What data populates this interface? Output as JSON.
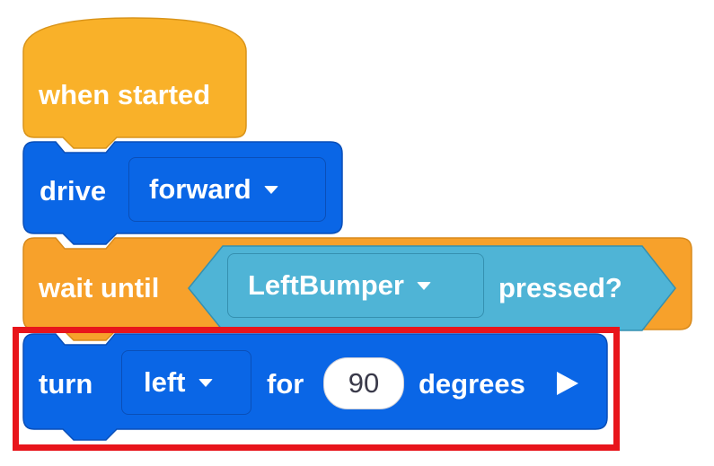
{
  "blocks": {
    "hat": {
      "label": "when started",
      "color": "#f9b129"
    },
    "drive": {
      "label": "drive",
      "direction": "forward",
      "color": "#0a66e6"
    },
    "wait": {
      "label": "wait until",
      "sensor": "LeftBumper",
      "suffix": "pressed?",
      "color": "#f7a12b",
      "sensor_color": "#4fb4d6"
    },
    "turn": {
      "label": "turn",
      "direction": "left",
      "for_label": "for",
      "amount": "90",
      "unit": "degrees",
      "color": "#0a66e6"
    }
  },
  "highlight_color": "#e8151b"
}
